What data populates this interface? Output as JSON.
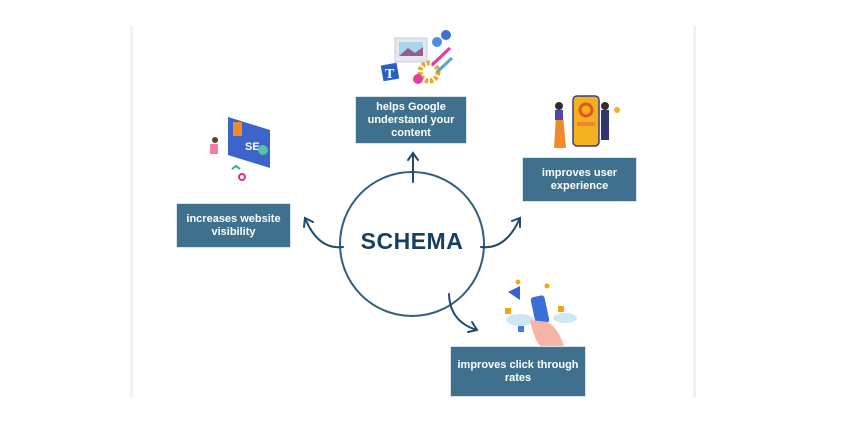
{
  "center": {
    "label": "SCHEMA"
  },
  "benefits": [
    {
      "label": "helps Google understand your content",
      "icon": "content-graphics-icon"
    },
    {
      "label": "improves user experience",
      "icon": "people-phone-icon"
    },
    {
      "label": "increases website visibility",
      "icon": "seo-monitor-icon"
    },
    {
      "label": "improves click through rates",
      "icon": "hand-phone-icon"
    }
  ],
  "colors": {
    "box": "#3f718f",
    "circle": "#2f5f7e",
    "title": "#173f63"
  }
}
